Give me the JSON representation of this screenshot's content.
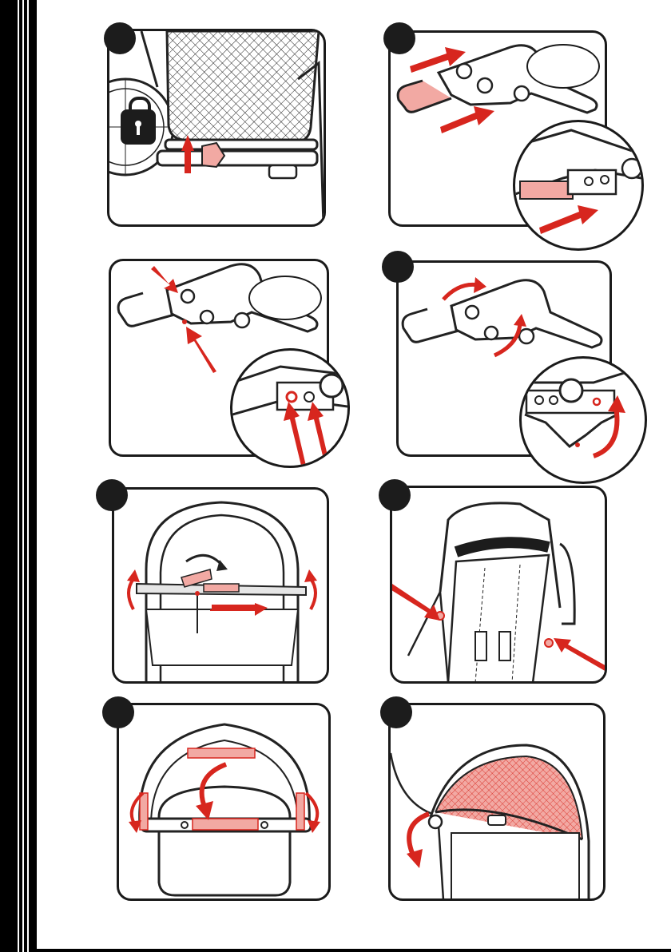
{
  "document": {
    "type": "assembly-instructions",
    "accent_color": "#d7261e",
    "highlight_color": "#f2a9a3",
    "steps": [
      {
        "panel": "top-left",
        "icon": "padlock-icon",
        "badge": "filled"
      },
      {
        "panel": "top-right",
        "icon": "handle-insert-arrows",
        "badge": "filled"
      },
      {
        "panel": "middle-left",
        "icon": "press-button-arrows",
        "badge": "none"
      },
      {
        "panel": "middle-right",
        "icon": "rotate-arrows",
        "badge": "filled"
      },
      {
        "panel": "lower-left",
        "icon": "strap-wrap-arrows",
        "badge": "filled"
      },
      {
        "panel": "lower-right",
        "icon": "canopy-attach-arrows",
        "badge": "filled"
      },
      {
        "panel": "bottom-left",
        "icon": "bumper-bar-arrows",
        "badge": "filled"
      },
      {
        "panel": "bottom-right",
        "icon": "canopy-fold-arrow",
        "badge": "filled"
      }
    ]
  }
}
